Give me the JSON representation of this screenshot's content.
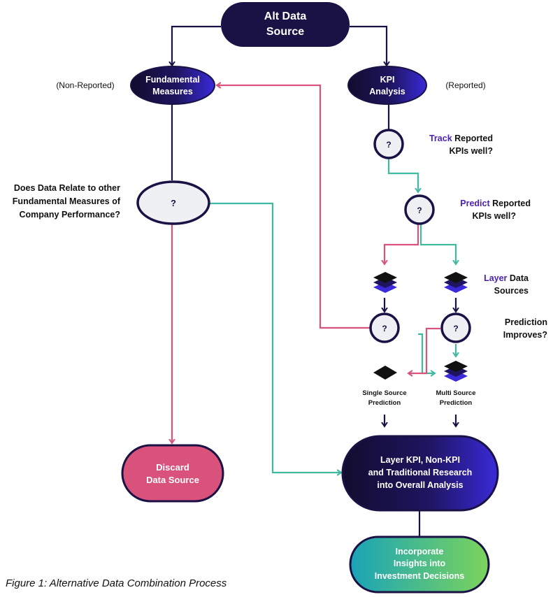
{
  "colors": {
    "navy": "#1a1145",
    "indigo": "#3a2ad9",
    "pink": "#d8527c",
    "teal": "#3fb9a0",
    "green": "#7cd45c",
    "accent_text": "#4b1fb0"
  },
  "nodes": {
    "alt_data_source": [
      "Alt Data",
      "Source"
    ],
    "fundamental_measures": [
      "Fundamental",
      "Measures"
    ],
    "kpi_analysis": [
      "KPI",
      "Analysis"
    ],
    "discard": [
      "Discard",
      "Data Source"
    ],
    "layer_analysis": [
      "Layer KPI, Non-KPI",
      "and Traditional Research",
      "into Overall Analysis"
    ],
    "incorporate": [
      "Incorporate",
      "Insights into",
      "Investment Decisions"
    ]
  },
  "decision_mark": "?",
  "labels": {
    "non_reported": "(Non-Reported)",
    "reported": "(Reported)",
    "relate_question": [
      "Does Data Relate to other",
      "Fundamental Measures of",
      "Company Performance?"
    ],
    "track": {
      "accent": "Track",
      "rest": " Reported",
      "line2": "KPIs well?"
    },
    "predict": {
      "accent": "Predict",
      "rest": " Reported",
      "line2": "KPIs well?"
    },
    "layer": {
      "accent": "Layer",
      "rest": " Data",
      "line2": "Sources"
    },
    "prediction_improves": [
      "Prediction",
      "Improves?"
    ],
    "single_source": [
      "Single Source",
      "Prediction"
    ],
    "multi_source": [
      "Multi Source",
      "Prediction"
    ]
  },
  "caption": "Figure 1: Alternative Data Combination Process"
}
